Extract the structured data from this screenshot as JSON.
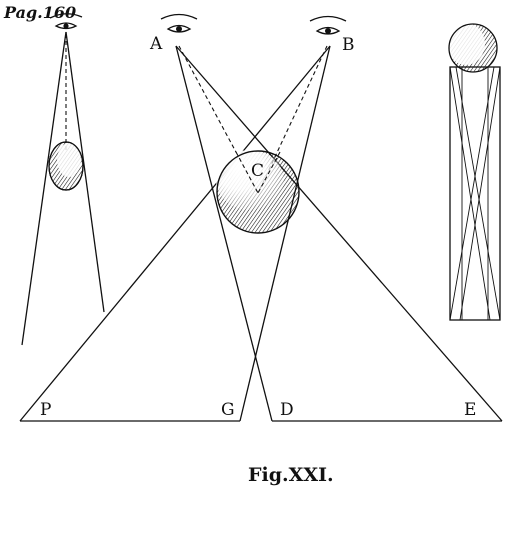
{
  "page_label": "Pag.160",
  "figure_label": "Fig.XXI.",
  "labels": {
    "eye_left": "A",
    "eye_right": "B",
    "sphere_center": "C",
    "base_p": "P",
    "base_g": "G",
    "base_d": "D",
    "base_e": "E"
  },
  "icons": [
    "eye-icon",
    "eye-icon",
    "eye-icon"
  ]
}
